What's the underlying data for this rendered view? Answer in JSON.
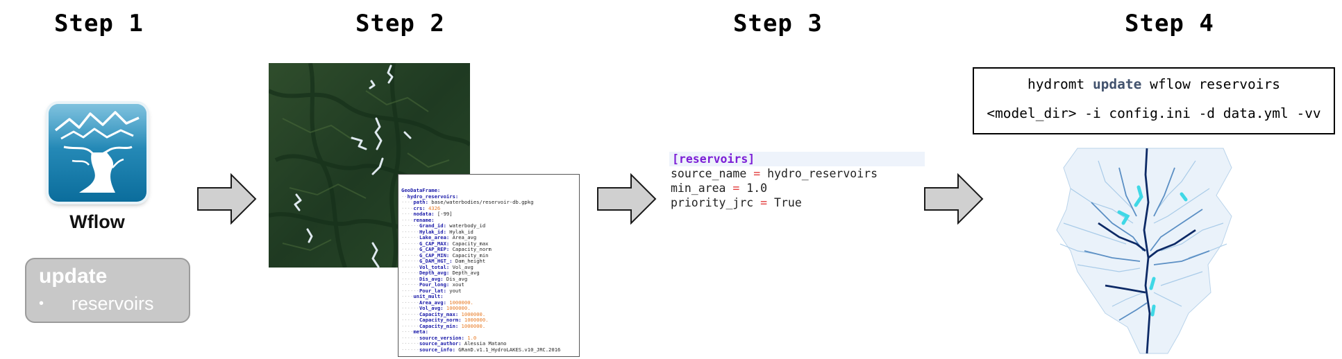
{
  "steps": {
    "step1": "Step 1",
    "step2": "Step 2",
    "step3": "Step 3",
    "step4": "Step 4"
  },
  "step1": {
    "icon": "wflow-river-icon",
    "model_label": "Wflow",
    "box_title": "update",
    "box_item": "reservoirs",
    "box_bullet": "•"
  },
  "step2": {
    "image": "satellite-terrain-image",
    "yaml_lines": [
      "GeoDataFrame:",
      "  hydro_reservoirs:",
      "    path: base/waterbodies/reservoir-db.gpkg",
      "    crs: 4326",
      "    nodata: [-99]",
      "    rename:",
      "      Grand_id: waterbody_id",
      "      Hylak_id: Hylak_id",
      "      Lake_area: Area_avg",
      "      G_CAP_MAX: Capacity_max",
      "      G_CAP_REP: Capacity_norm",
      "      G_CAP_MIN: Capacity_min",
      "      G_DAM_HGT_: Dam_height",
      "      Vol_total: Vol_avg",
      "      Depth_avg: Depth_avg",
      "      Dis_avg: Dis_avg",
      "      Pour_long: xout",
      "      Pour_lat: yout",
      "    unit_mult:",
      "      Area_avg: 1000000.",
      "      Vol_avg: 1000000.",
      "      Capacity_max: 1000000.",
      "      Capacity_norm: 1000000.",
      "      Capacity_min: 1000000.",
      "    meta:",
      "      source_version: 1.0",
      "      source_author: Alessia Matano",
      "      source_info: GRanD.v1.1_HydroLAKES.v10_JRC.2016"
    ]
  },
  "step3": {
    "section": "[reservoirs]",
    "params": [
      {
        "key": "source_name",
        "eq": "=",
        "value": "hydro_reservoirs"
      },
      {
        "key": "min_area",
        "eq": "=",
        "value": "1.0"
      },
      {
        "key": "priority_jrc",
        "eq": "=",
        "value": "True"
      }
    ]
  },
  "step4": {
    "cmd_prefix": "hydromt ",
    "cmd_keyword": "update",
    "cmd_suffix": " wflow reservoirs",
    "cmd_line2": "<model_dir> -i config.ini -d data.yml -vv",
    "map": "river-network-map"
  },
  "colors": {
    "arrow_fill": "#d0d0d0",
    "arrow_stroke": "#1a1a1a",
    "ini_section": "#7c1fd6",
    "ini_eq": "#e23b3b",
    "yaml_key": "#1a1aa8",
    "yaml_number": "#e87a24",
    "reservoir_cyan": "#3fd8e6",
    "river_dark": "#0d2a66"
  }
}
